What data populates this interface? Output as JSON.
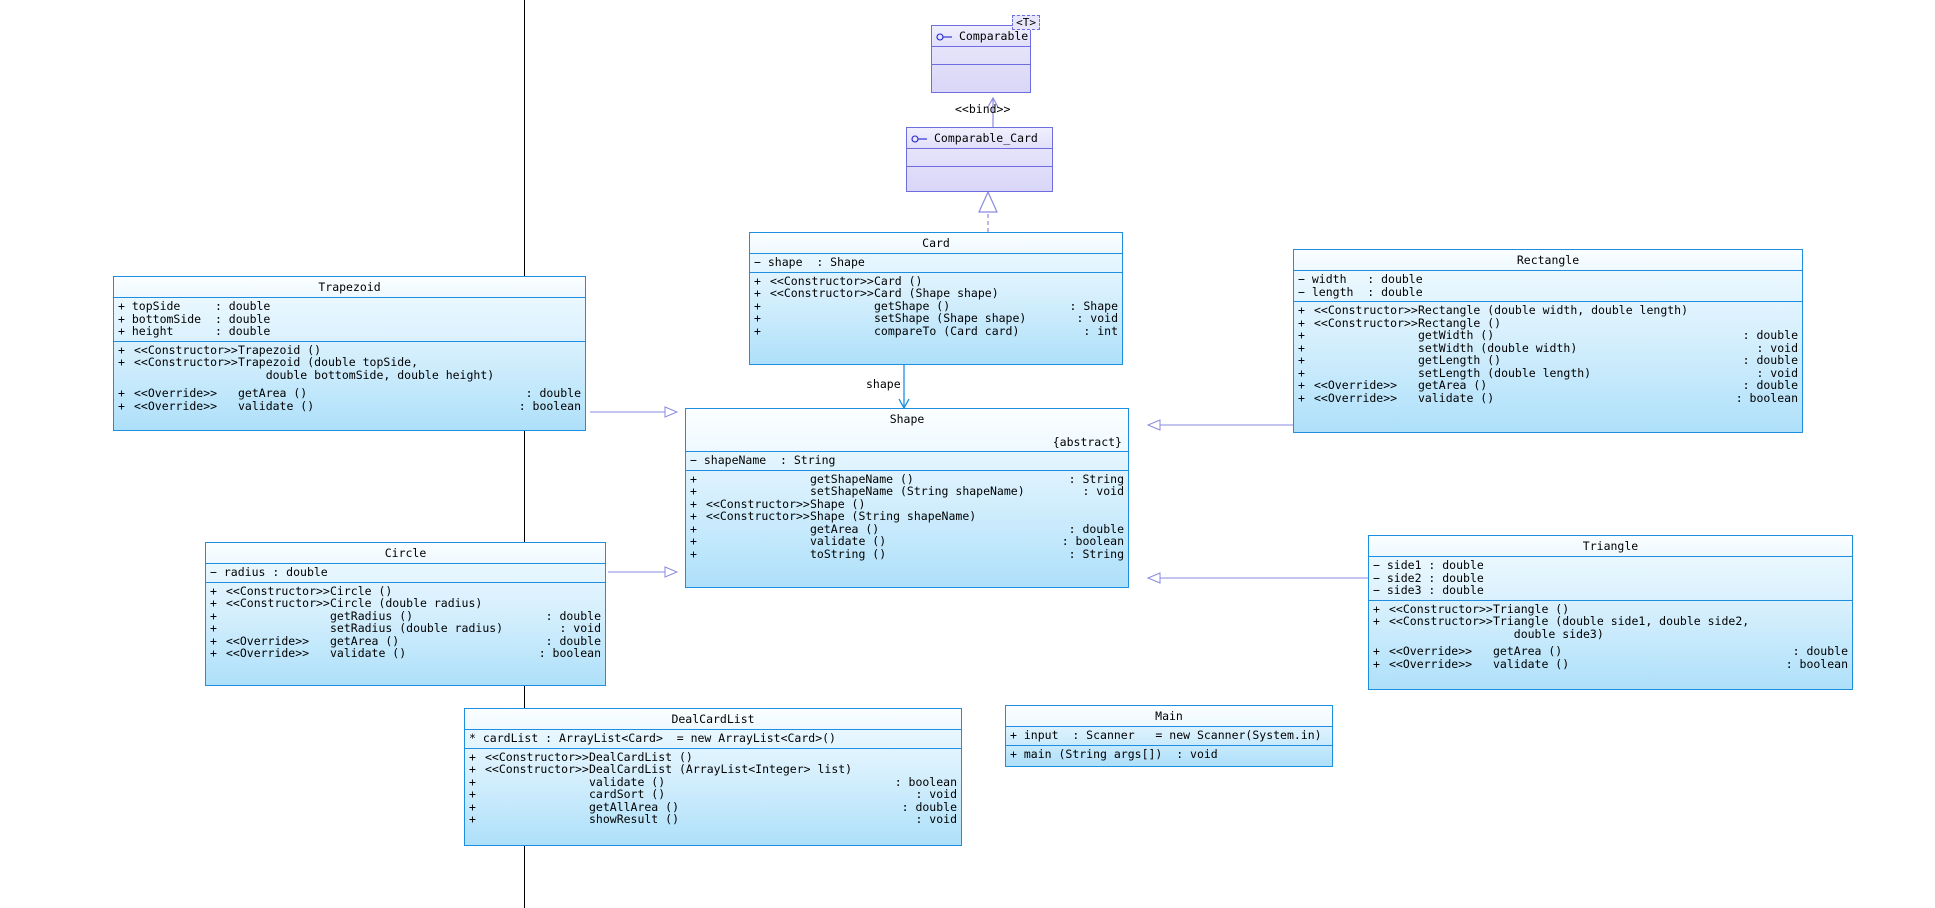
{
  "diagram": {
    "title": "UML Class Diagram",
    "type": "uml-class-diagram",
    "colors": {
      "class_border": "#1e8fe0",
      "class_fill_top": "#f2fbff",
      "class_fill_bottom": "#aee0fa",
      "interface_border": "#6d6de0",
      "interface_fill": "#d9d6f7",
      "generalization_line": "#8a8ae0",
      "association_line": "#1e8fe0",
      "page_divider": "#000000"
    }
  },
  "interfaces": [
    {
      "id": "comparable",
      "name": "Comparable",
      "template_parameter": "<T>",
      "icon": "interface-lollipop-icon"
    },
    {
      "id": "comparable_card",
      "name": "Comparable_Card",
      "template_parameter": "",
      "icon": "interface-lollipop-icon"
    }
  ],
  "edge_labels": {
    "bind": "<<bind>>",
    "shape_role": "shape"
  },
  "classes": [
    {
      "id": "card",
      "name": "Card",
      "modifier": "",
      "attributes": [
        {
          "vis": "−",
          "text": "shape  : Shape"
        }
      ],
      "operations": [
        {
          "vis": "+",
          "stereotype": "<<Constructor>>",
          "sig": "Card ()",
          "ret": ""
        },
        {
          "vis": "+",
          "stereotype": "<<Constructor>>",
          "sig": "Card (Shape shape)",
          "ret": ""
        },
        {
          "vis": "+",
          "stereotype": "",
          "sig": "getShape ()",
          "ret": ": Shape"
        },
        {
          "vis": "+",
          "stereotype": "",
          "sig": "setShape (Shape shape)",
          "ret": ": void"
        },
        {
          "vis": "+",
          "stereotype": "",
          "sig": "compareTo (Card card)",
          "ret": ": int"
        }
      ]
    },
    {
      "id": "shape",
      "name": "Shape",
      "modifier": "{abstract}",
      "attributes": [
        {
          "vis": "−",
          "text": "shapeName  : String"
        }
      ],
      "operations": [
        {
          "vis": "+",
          "stereotype": "",
          "sig": "getShapeName ()",
          "ret": ": String"
        },
        {
          "vis": "+",
          "stereotype": "",
          "sig": "setShapeName (String shapeName)",
          "ret": ": void"
        },
        {
          "vis": "+",
          "stereotype": "<<Constructor>>",
          "sig": "Shape ()",
          "ret": ""
        },
        {
          "vis": "+",
          "stereotype": "<<Constructor>>",
          "sig": "Shape (String shapeName)",
          "ret": ""
        },
        {
          "vis": "+",
          "stereotype": "",
          "sig": "getArea ()",
          "ret": ": double"
        },
        {
          "vis": "+",
          "stereotype": "",
          "sig": "validate ()",
          "ret": ": boolean"
        },
        {
          "vis": "+",
          "stereotype": "",
          "sig": "toString ()",
          "ret": ": String"
        }
      ]
    },
    {
      "id": "trapezoid",
      "name": "Trapezoid",
      "modifier": "",
      "attributes": [
        {
          "vis": "+",
          "text": "topSide     : double"
        },
        {
          "vis": "+",
          "text": "bottomSide  : double"
        },
        {
          "vis": "+",
          "text": "height      : double"
        }
      ],
      "operations": [
        {
          "vis": "+",
          "stereotype": "<<Constructor>>",
          "sig": "Trapezoid ()",
          "ret": ""
        },
        {
          "vis": "+",
          "stereotype": "<<Constructor>>",
          "sig": "Trapezoid (double topSide,",
          "ret": ""
        },
        {
          "vis": "",
          "stereotype": "",
          "sig": "    double bottomSide, double height)",
          "ret": "",
          "continuation": true
        },
        {
          "vis": "+",
          "stereotype": "<<Override>>",
          "sig": "getArea ()",
          "ret": ": double"
        },
        {
          "vis": "+",
          "stereotype": "<<Override>>",
          "sig": "validate ()",
          "ret": ": boolean"
        }
      ]
    },
    {
      "id": "rectangle",
      "name": "Rectangle",
      "modifier": "",
      "attributes": [
        {
          "vis": "−",
          "text": "width   : double"
        },
        {
          "vis": "−",
          "text": "length  : double"
        }
      ],
      "operations": [
        {
          "vis": "+",
          "stereotype": "<<Constructor>>",
          "sig": "Rectangle (double width, double length)",
          "ret": ""
        },
        {
          "vis": "+",
          "stereotype": "<<Constructor>>",
          "sig": "Rectangle ()",
          "ret": ""
        },
        {
          "vis": "+",
          "stereotype": "",
          "sig": "getWidth ()",
          "ret": ": double"
        },
        {
          "vis": "+",
          "stereotype": "",
          "sig": "setWidth (double width)",
          "ret": ": void"
        },
        {
          "vis": "+",
          "stereotype": "",
          "sig": "getLength ()",
          "ret": ": double"
        },
        {
          "vis": "+",
          "stereotype": "",
          "sig": "setLength (double length)",
          "ret": ": void"
        },
        {
          "vis": "+",
          "stereotype": "<<Override>>",
          "sig": "getArea ()",
          "ret": ": double"
        },
        {
          "vis": "+",
          "stereotype": "<<Override>>",
          "sig": "validate ()",
          "ret": ": boolean"
        }
      ]
    },
    {
      "id": "circle",
      "name": "Circle",
      "modifier": "",
      "attributes": [
        {
          "vis": "−",
          "text": "radius : double"
        }
      ],
      "operations": [
        {
          "vis": "+",
          "stereotype": "<<Constructor>>",
          "sig": "Circle ()",
          "ret": ""
        },
        {
          "vis": "+",
          "stereotype": "<<Constructor>>",
          "sig": "Circle (double radius)",
          "ret": ""
        },
        {
          "vis": "+",
          "stereotype": "",
          "sig": "getRadius ()",
          "ret": ": double"
        },
        {
          "vis": "+",
          "stereotype": "",
          "sig": "setRadius (double radius)",
          "ret": ": void"
        },
        {
          "vis": "+",
          "stereotype": "<<Override>>",
          "sig": "getArea ()",
          "ret": ": double"
        },
        {
          "vis": "+",
          "stereotype": "<<Override>>",
          "sig": "validate ()",
          "ret": ": boolean"
        }
      ]
    },
    {
      "id": "triangle",
      "name": "Triangle",
      "modifier": "",
      "attributes": [
        {
          "vis": "−",
          "text": "side1 : double"
        },
        {
          "vis": "−",
          "text": "side2 : double"
        },
        {
          "vis": "−",
          "text": "side3 : double"
        }
      ],
      "operations": [
        {
          "vis": "+",
          "stereotype": "<<Constructor>>",
          "sig": "Triangle ()",
          "ret": ""
        },
        {
          "vis": "+",
          "stereotype": "<<Constructor>>",
          "sig": "Triangle (double side1, double side2,",
          "ret": ""
        },
        {
          "vis": "",
          "stereotype": "",
          "sig": "   double side3)",
          "ret": "",
          "continuation": true
        },
        {
          "vis": "+",
          "stereotype": "<<Override>>",
          "sig": "getArea ()",
          "ret": ": double"
        },
        {
          "vis": "+",
          "stereotype": "<<Override>>",
          "sig": "validate ()",
          "ret": ": boolean"
        }
      ]
    },
    {
      "id": "dealcardlist",
      "name": "DealCardList",
      "modifier": "",
      "attributes": [
        {
          "vis": "*",
          "text": "cardList : ArrayList<Card>  = new ArrayList<Card>()"
        }
      ],
      "operations": [
        {
          "vis": "+",
          "stereotype": "<<Constructor>>",
          "sig": "DealCardList ()",
          "ret": ""
        },
        {
          "vis": "+",
          "stereotype": "<<Constructor>>",
          "sig": "DealCardList (ArrayList<Integer> list)",
          "ret": ""
        },
        {
          "vis": "+",
          "stereotype": "",
          "sig": "validate ()",
          "ret": ": boolean"
        },
        {
          "vis": "+",
          "stereotype": "",
          "sig": "cardSort ()",
          "ret": ": void"
        },
        {
          "vis": "+",
          "stereotype": "",
          "sig": "getAllArea ()",
          "ret": ": double"
        },
        {
          "vis": "+",
          "stereotype": "",
          "sig": "showResult ()",
          "ret": ": void"
        }
      ]
    },
    {
      "id": "main",
      "name": "Main",
      "modifier": "",
      "attributes": [
        {
          "vis": "+",
          "text": "input  : Scanner   = new Scanner(System.in)"
        }
      ],
      "operations": [
        {
          "vis": "+",
          "stereotype": "",
          "sig": "main (String args[])  : void",
          "ret": ""
        }
      ]
    }
  ],
  "relationships": [
    {
      "from": "comparable_card",
      "to": "comparable",
      "type": "bind",
      "label": "<<bind>>"
    },
    {
      "from": "card",
      "to": "comparable_card",
      "type": "realization",
      "label": ""
    },
    {
      "from": "card",
      "to": "shape",
      "type": "association",
      "label": "shape"
    },
    {
      "from": "trapezoid",
      "to": "shape",
      "type": "generalization",
      "label": ""
    },
    {
      "from": "rectangle",
      "to": "shape",
      "type": "generalization",
      "label": ""
    },
    {
      "from": "circle",
      "to": "shape",
      "type": "generalization",
      "label": ""
    },
    {
      "from": "triangle",
      "to": "shape",
      "type": "generalization",
      "label": ""
    }
  ]
}
